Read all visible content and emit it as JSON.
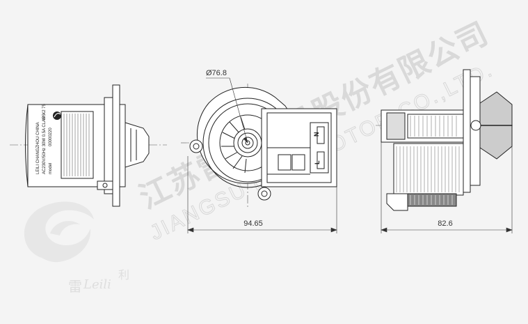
{
  "watermark": {
    "company_cn": "江苏雷利电机股份有限公司",
    "company_en": "JIANGSU LEILI MOTOR CO.,LTD.",
    "logo_text_cn": "雷",
    "logo_text_en": "Leili",
    "logo_text_cn2": "利"
  },
  "label": {
    "model": "model",
    "line1": "AC230V/50Hz 30W 0.5A CLASS",
    "line2": "LEILI CHANGZHOU CHINA",
    "code": "00000220",
    "ip": "IP X2 75"
  },
  "terminals": {
    "n": "N",
    "l": "L"
  },
  "dimensions": {
    "diameter": "Ø76.8",
    "front_width": "94.65",
    "side_width": "82.6"
  }
}
